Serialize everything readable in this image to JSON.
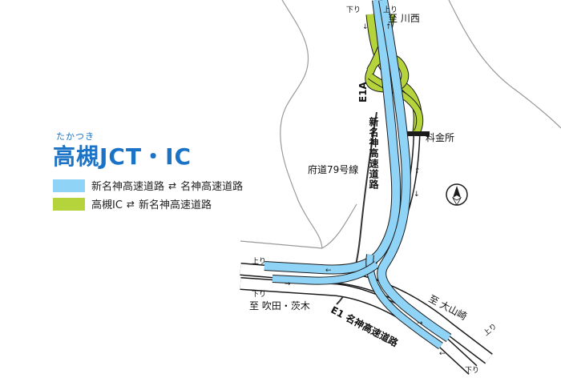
{
  "title": {
    "ruby": "たかつき",
    "main": "高槻JCT・IC"
  },
  "legend": [
    {
      "from": "新名神高速道路",
      "arrow": "⇄",
      "to": "名神高速道路",
      "color": "#8fd3f6"
    },
    {
      "from": "高槻IC",
      "arrow": "⇄",
      "to": "新名神高速道路",
      "color": "#b5d33a"
    }
  ],
  "map": {
    "e1a_code": "E1A",
    "e1a_name": "新名神高速道路",
    "route79": "府道79号線",
    "tollgate": "料金所",
    "to_kawanishi": "至 川西",
    "to_suita": "至 吹田・茨木",
    "to_oyamazaki": "至 大山崎",
    "e1_label": "E1 名神高速道路",
    "kudari": "下り",
    "nobori": "上り"
  },
  "colors": {
    "blue": "#8fd3f6",
    "green": "#b5d33a",
    "road_edge": "#1c1c1c",
    "title": "#1a73c6"
  }
}
